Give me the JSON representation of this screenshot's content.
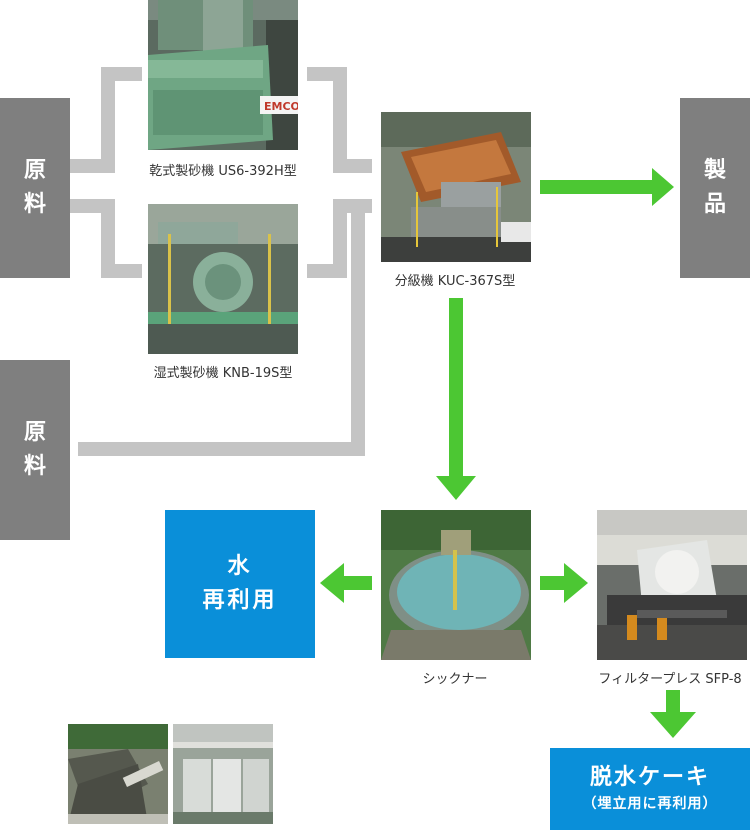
{
  "colors": {
    "connector": "#c4c4c4",
    "arrow": "#4cc733",
    "gray_box": "#7f7f7f",
    "blue_box": "#0a8fd9"
  },
  "inputs": [
    {
      "label_line1": "原",
      "label_line2": "料"
    },
    {
      "label_line1": "原",
      "label_line2": "料"
    }
  ],
  "machines": {
    "dry_sand": {
      "caption": "乾式製砂機 US6-392H型",
      "brand_text": "EMCO"
    },
    "wet_sand": {
      "caption": "湿式製砂機 KNB-19S型"
    },
    "classifier": {
      "caption": "分級機 KUC-367S型"
    },
    "thickener": {
      "caption": "シックナー"
    },
    "filter_press": {
      "caption": "フィルタープレス SFP-8"
    }
  },
  "outputs": {
    "product": {
      "line1": "製",
      "line2": "品"
    },
    "water": {
      "line1": "水",
      "line2": "再利用"
    },
    "cake": {
      "line1": "脱水ケーキ",
      "line2": "（埋立用に再利用）"
    }
  }
}
